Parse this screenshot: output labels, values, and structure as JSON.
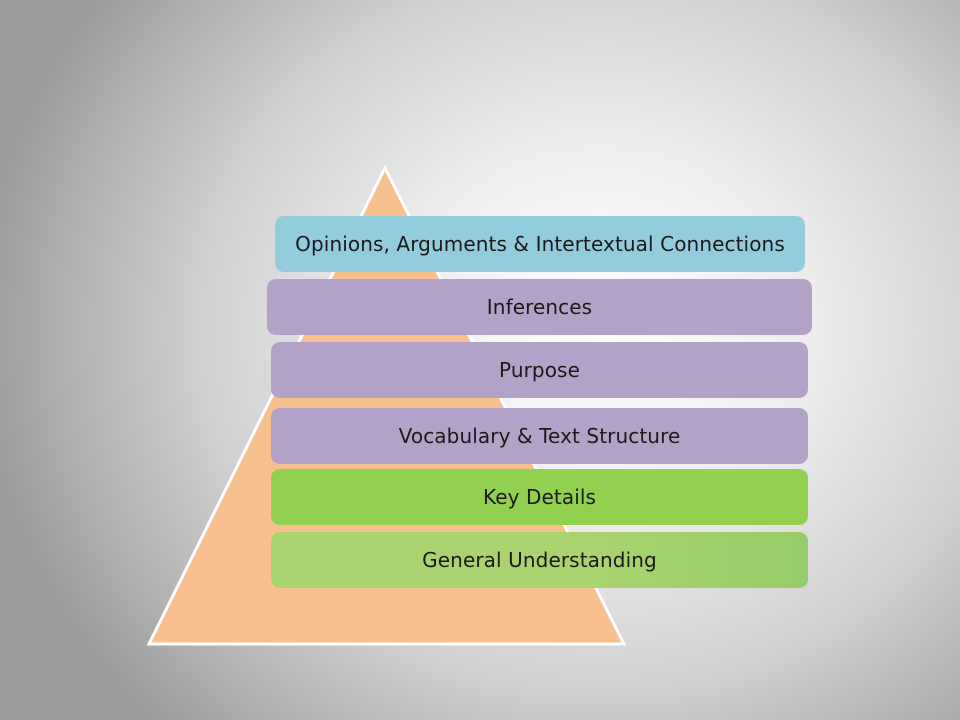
{
  "colors": {
    "triangle_fill": "#f9c08f",
    "triangle_stroke": "#ffffff",
    "blue": "#93cddd",
    "purple": "#b3a2c7",
    "green": "#92d050",
    "green_light": "#a9d36e"
  },
  "levels": [
    {
      "label": "Opinions, Arguments & Intertextual Connections",
      "color": "#93cddd"
    },
    {
      "label": "Inferences",
      "color": "#b3a2c7"
    },
    {
      "label": "Purpose",
      "color": "#b3a2c7"
    },
    {
      "label": "Vocabulary & Text Structure",
      "color": "#b3a2c7"
    },
    {
      "label": "Key Details",
      "color": "#92d050"
    },
    {
      "label": "General Understanding",
      "color": "#a9d36e"
    }
  ]
}
